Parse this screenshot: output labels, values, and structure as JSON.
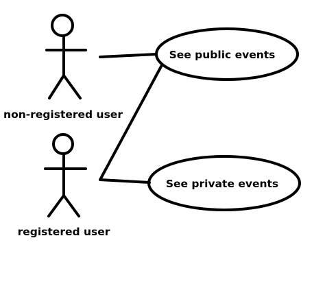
{
  "actors": [
    {
      "id": "non_registered",
      "label": "non-registered user"
    },
    {
      "id": "registered",
      "label": "registered user"
    }
  ],
  "use_cases": [
    {
      "id": "public",
      "label": "See public events"
    },
    {
      "id": "private",
      "label": "See private events"
    }
  ],
  "associations": [
    {
      "from": "non_registered",
      "to": "public"
    },
    {
      "from": "registered",
      "to": "public"
    },
    {
      "from": "registered",
      "to": "private"
    }
  ],
  "colors": {
    "stroke": "#000000",
    "background": "#ffffff"
  }
}
